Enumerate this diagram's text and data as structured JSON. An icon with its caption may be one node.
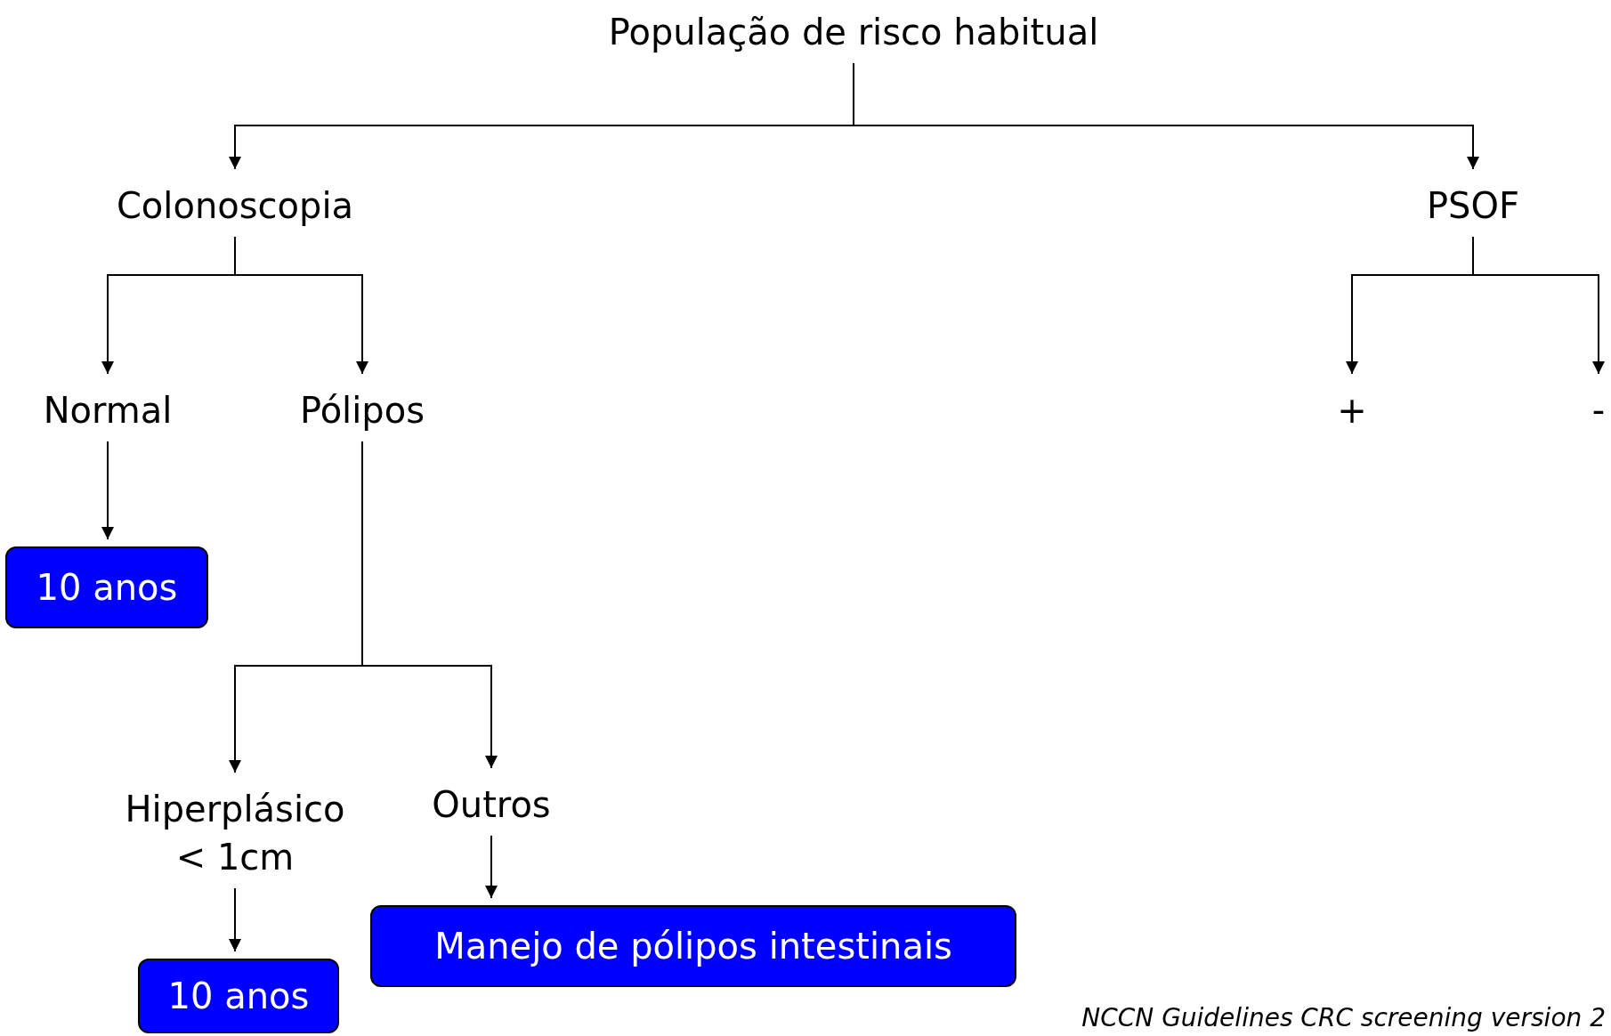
{
  "diagram": {
    "caption": "NCCN Guidelines CRC screening version 2",
    "nodes": [
      {
        "text": [
          "População de risco habitual"
        ]
      },
      {
        "text": [
          "Colonoscopia"
        ]
      },
      {
        "text": [
          "PSOF"
        ]
      },
      {
        "text": [
          "Normal"
        ]
      },
      {
        "text": [
          "Pólipos"
        ]
      },
      {
        "text": [
          "+"
        ]
      },
      {
        "text": [
          "-"
        ]
      },
      {
        "text": [
          "10 anos"
        ]
      },
      {
        "text": [
          "Hiperplásico < 1cm"
        ]
      },
      {
        "text": [
          "Outros"
        ]
      },
      {
        "text": [
          "Manejo de pólipos intestinais"
        ]
      },
      {
        "text": [
          "10 anos"
        ]
      }
    ],
    "edges": [
      {
        "from": 0,
        "to": 1,
        "arrow": "to"
      },
      {
        "from": 0,
        "to": 2,
        "arrow": "to"
      },
      {
        "from": 1,
        "to": 3,
        "arrow": "to"
      },
      {
        "from": 1,
        "to": 4,
        "arrow": "to"
      },
      {
        "from": 2,
        "to": 5,
        "arrow": "to"
      },
      {
        "from": 2,
        "to": 6,
        "arrow": "to"
      },
      {
        "from": 3,
        "to": 7,
        "arrow": "to"
      },
      {
        "from": 4,
        "to": 8,
        "arrow": "to"
      },
      {
        "from": 4,
        "to": 9,
        "arrow": "to"
      },
      {
        "from": 8,
        "to": 11,
        "arrow": "to"
      },
      {
        "from": 9,
        "to": 10,
        "arrow": "to"
      }
    ]
  }
}
